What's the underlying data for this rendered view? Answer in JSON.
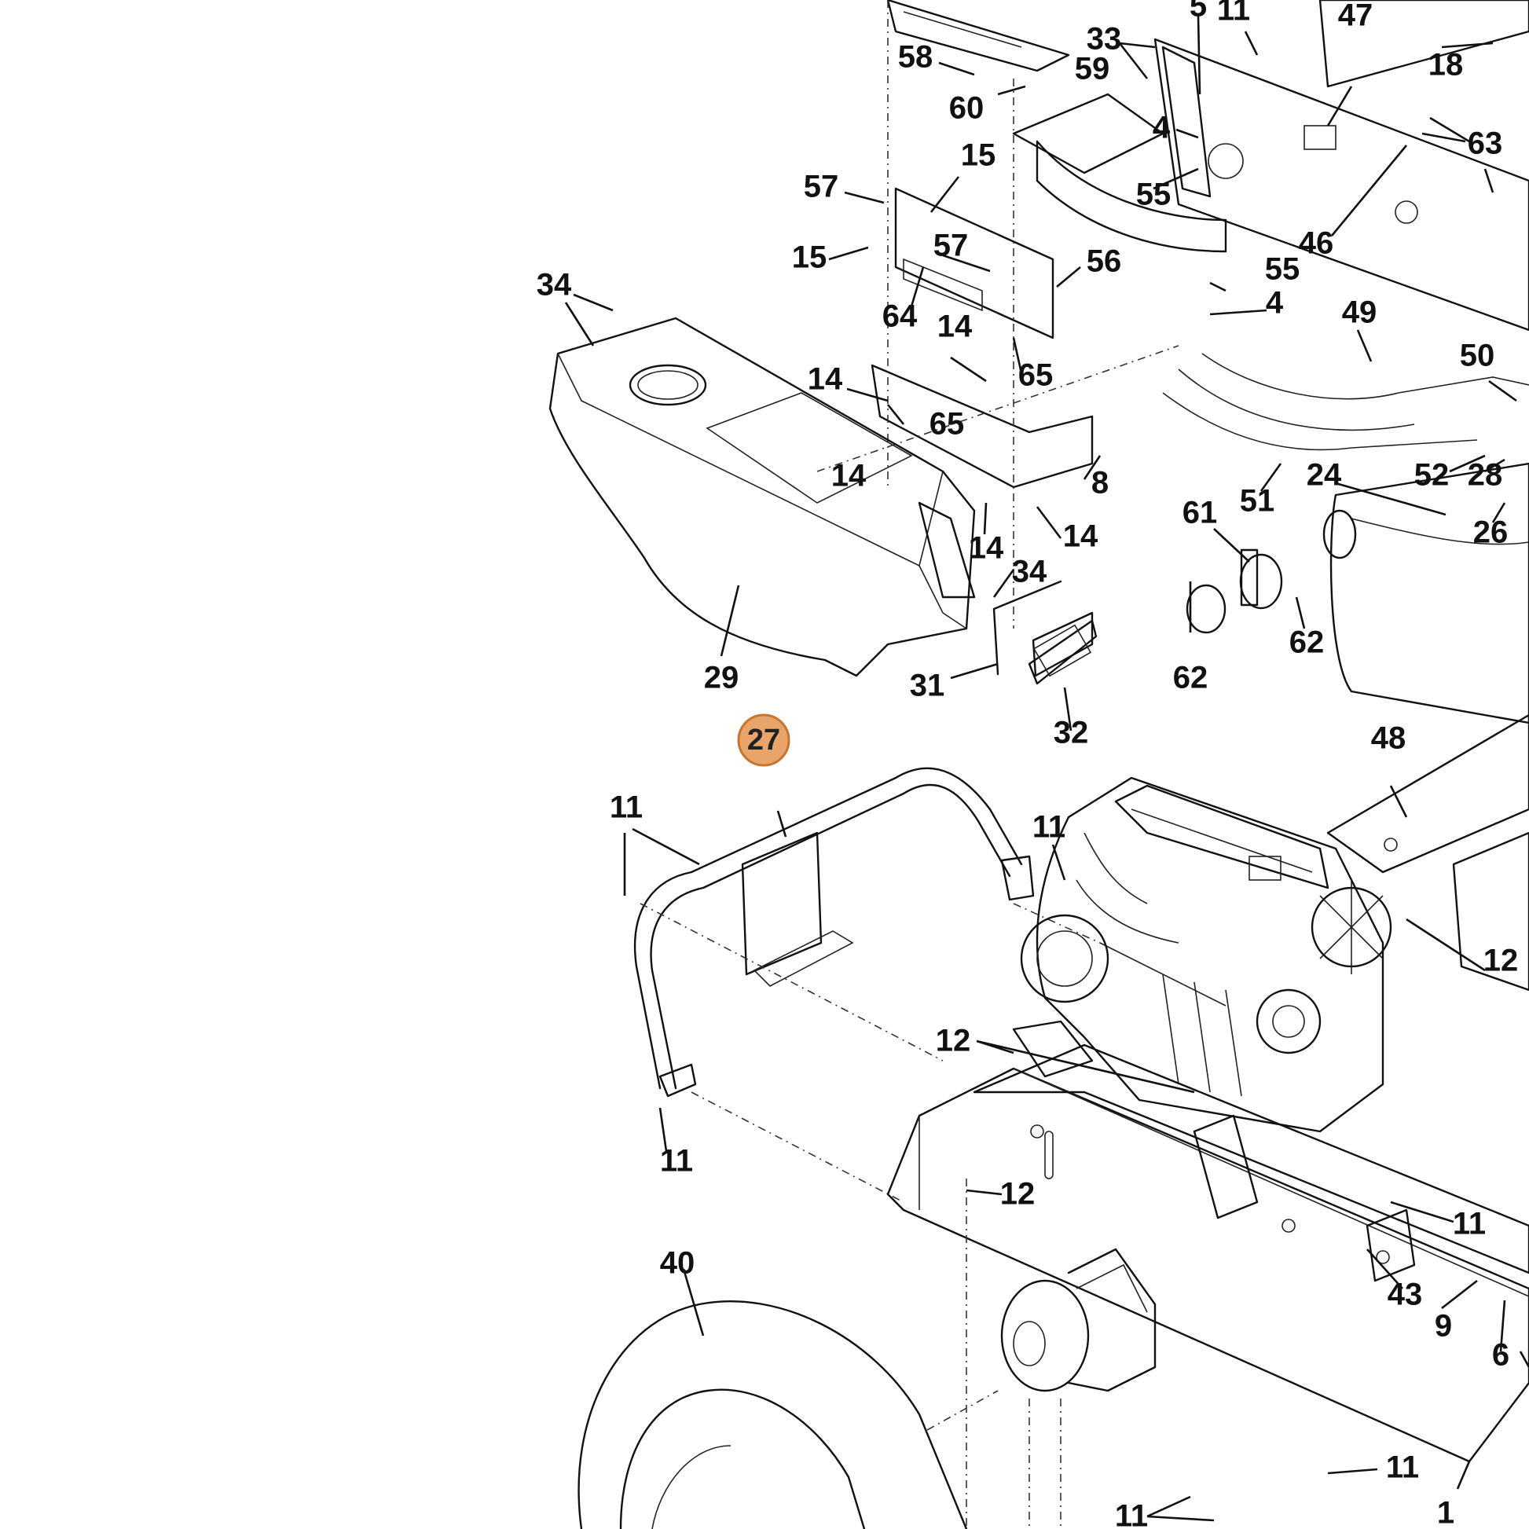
{
  "diagram": {
    "highlighted_callout": "27",
    "highlight_color": "#e8a46a",
    "line_color": "#111111",
    "callouts": [
      "58",
      "60",
      "59",
      "33",
      "5",
      "11",
      "47",
      "18",
      "63",
      "4",
      "55",
      "46",
      "57",
      "15",
      "15",
      "57",
      "56",
      "34",
      "64",
      "14",
      "14",
      "65",
      "65",
      "55",
      "4",
      "49",
      "50",
      "14",
      "8",
      "51",
      "24",
      "52",
      "28",
      "61",
      "14",
      "14",
      "26",
      "34",
      "29",
      "31",
      "62",
      "62",
      "32",
      "48",
      "27",
      "11",
      "11",
      "12",
      "12",
      "11",
      "12",
      "11",
      "43",
      "9",
      "40",
      "1",
      "6",
      "11",
      "11"
    ]
  }
}
